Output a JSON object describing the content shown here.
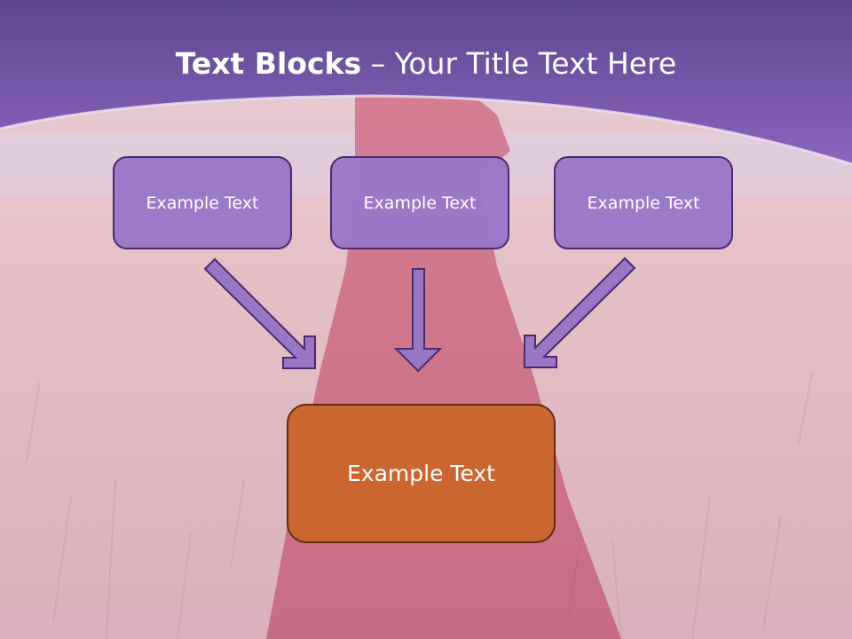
{
  "title": {
    "bold": "Text Blocks",
    "separator": " – ",
    "rest": "Your Title Text Here"
  },
  "boxes": {
    "top": [
      "Example Text",
      "Example Text",
      "Example Text"
    ],
    "bottom": "Example Text"
  },
  "colors": {
    "header_band": "#7a58ac",
    "top_box_fill": "#9878c8",
    "bottom_box_fill": "#cc6630",
    "arrow_fill": "#9777c6"
  }
}
